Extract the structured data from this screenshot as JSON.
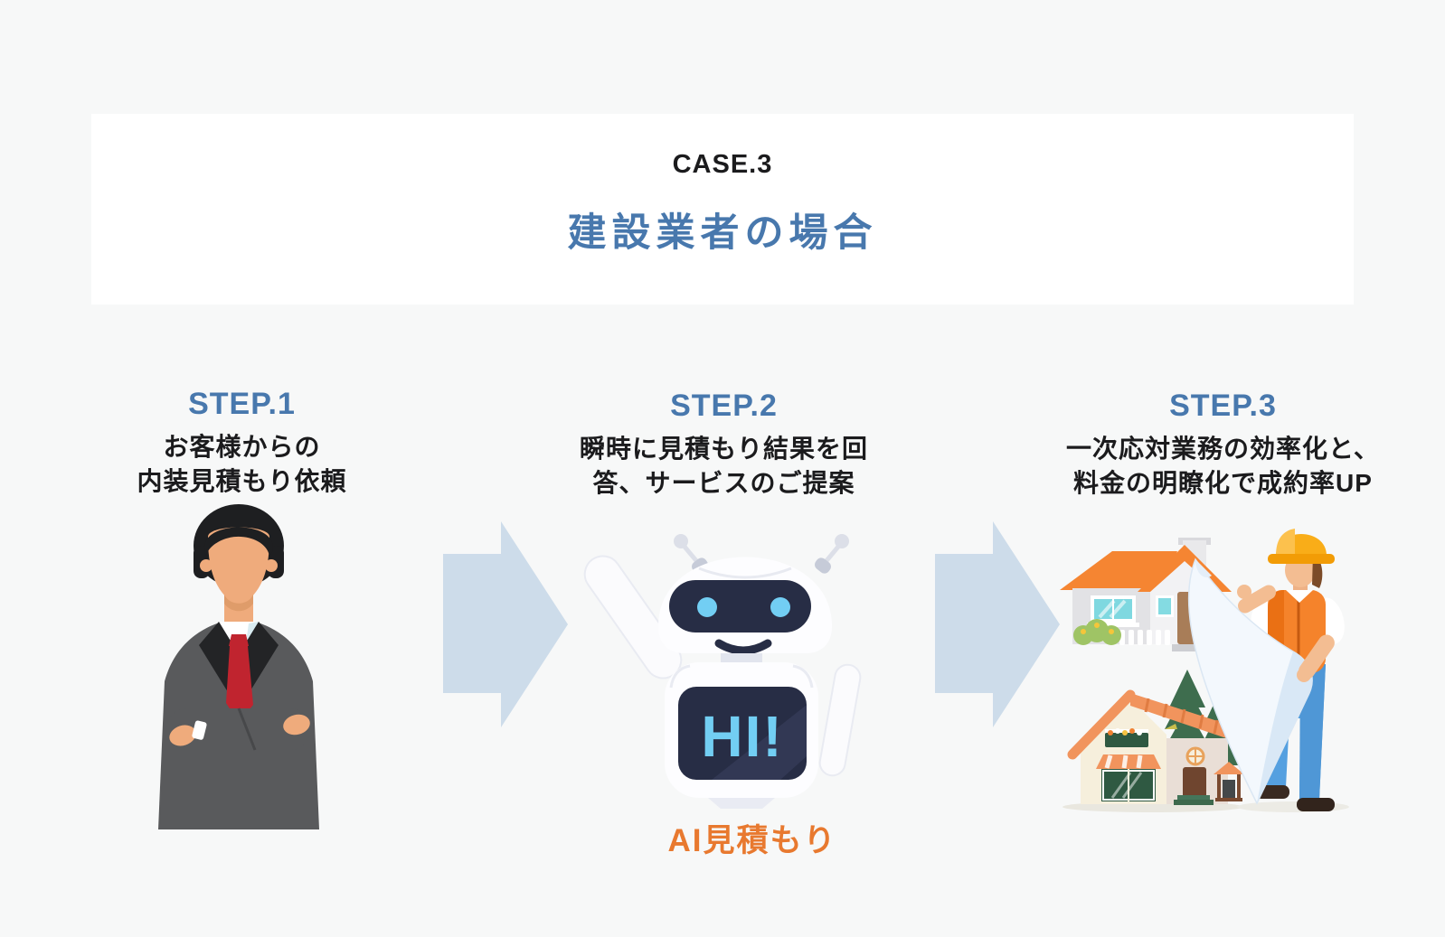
{
  "colors": {
    "background": "#f7f8f8",
    "panel": "#ffffff",
    "heading_text": "#1b1b1d",
    "accent_blue": "#4878ad",
    "accent_orange": "#e8792f",
    "arrow_fill": "#cddcea",
    "robot_screen": "#272d45",
    "robot_screen_text": "#72cef3"
  },
  "header": {
    "case_label": "CASE.3",
    "title": "建設業者の場合"
  },
  "steps": [
    {
      "label": "STEP.1",
      "lines": [
        "お客様からの",
        "内装見積もり依頼"
      ],
      "illustration": "businessman-arms-crossed"
    },
    {
      "label": "STEP.2",
      "lines": [
        "瞬時に見積もり結果を回",
        "答、サービスのご提案"
      ],
      "illustration": "ai-chatbot-robot",
      "robot_screen_text": "HI!",
      "caption": "AI見積もり"
    },
    {
      "label": "STEP.3",
      "lines": [
        "一次応対業務の効率化と、",
        "料金の明瞭化で成約率UP"
      ],
      "illustration": "houses-and-construction-worker"
    }
  ]
}
